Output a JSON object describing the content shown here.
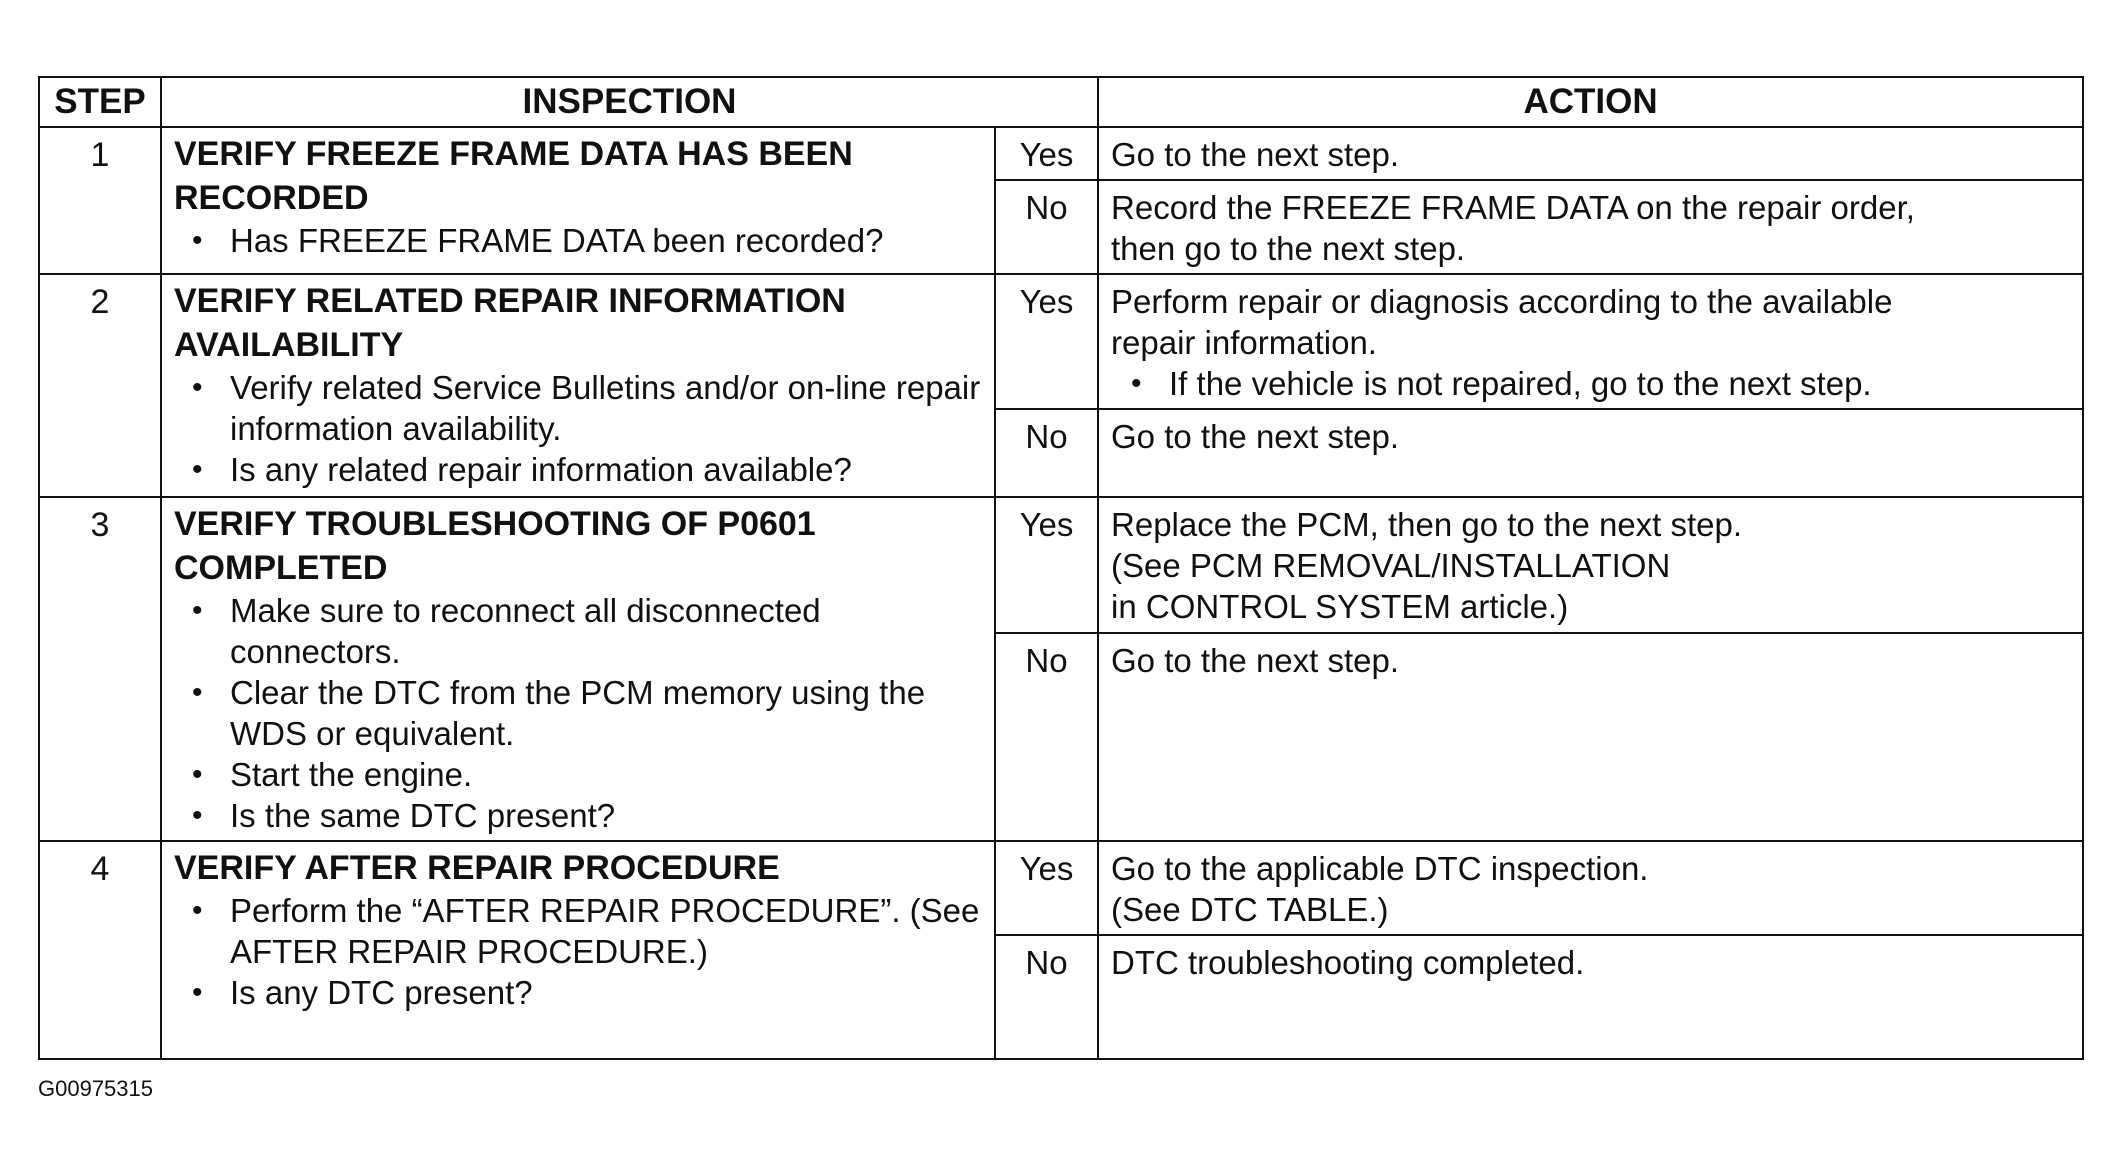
{
  "headers": {
    "step": "STEP",
    "inspection": "INSPECTION",
    "action": "ACTION"
  },
  "rows": [
    {
      "step": "1",
      "title": "VERIFY FREEZE FRAME DATA HAS BEEN RECORDED",
      "bullets": [
        "Has FREEZE FRAME DATA been recorded?"
      ],
      "yes": {
        "label": "Yes",
        "lines": [
          "Go to the next step."
        ],
        "bullets": []
      },
      "no": {
        "label": "No",
        "lines": [
          "Record the FREEZE FRAME DATA on the repair order,",
          "then go to the next step."
        ],
        "bullets": []
      }
    },
    {
      "step": "2",
      "title": "VERIFY RELATED REPAIR INFORMATION AVAILABILITY",
      "bullets": [
        "Verify related Service Bulletins and/or on-line repair information availability.",
        "Is any related repair information available?"
      ],
      "yes": {
        "label": "Yes",
        "lines": [
          "Perform repair or diagnosis according to the available",
          "repair information."
        ],
        "bullets": [
          "If the vehicle is not repaired, go to the next step."
        ]
      },
      "no": {
        "label": "No",
        "lines": [
          "Go to the next step."
        ],
        "bullets": []
      }
    },
    {
      "step": "3",
      "title": "VERIFY TROUBLESHOOTING OF P0601 COMPLETED",
      "bullets": [
        "Make sure to reconnect all disconnected connectors.",
        "Clear the DTC from the PCM memory using the WDS or equivalent.",
        "Start the engine.",
        "Is the same DTC present?"
      ],
      "yes": {
        "label": "Yes",
        "lines": [
          "Replace the PCM, then go to the next step.",
          "(See PCM REMOVAL/INSTALLATION",
          "in CONTROL SYSTEM article.)"
        ],
        "bullets": []
      },
      "no": {
        "label": "No",
        "lines": [
          "Go to the next step."
        ],
        "bullets": []
      }
    },
    {
      "step": "4",
      "title": "VERIFY AFTER REPAIR PROCEDURE",
      "bullets": [
        "Perform the “AFTER REPAIR PROCEDURE”. (See  AFTER REPAIR PROCEDURE.)",
        "Is any DTC present?"
      ],
      "yes": {
        "label": "Yes",
        "lines": [
          "Go to the applicable DTC inspection.",
          "(See DTC TABLE.)"
        ],
        "bullets": []
      },
      "no": {
        "label": "No",
        "lines": [
          "DTC troubleshooting completed."
        ],
        "bullets": []
      }
    }
  ],
  "figure_id": "G00975315"
}
